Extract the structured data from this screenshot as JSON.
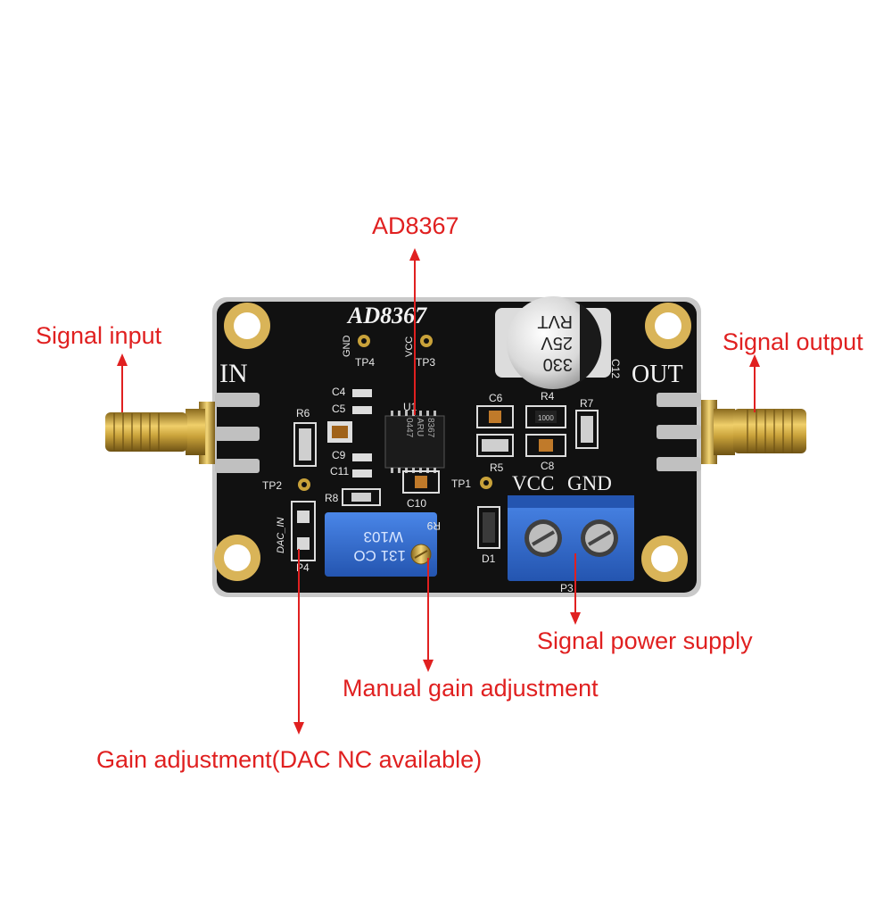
{
  "callouts": {
    "chip": "AD8367",
    "signal_input": "Signal input",
    "signal_output": "Signal output",
    "power_supply": "Signal power supply",
    "manual_gain": "Manual gain adjustment",
    "gain_dac": "Gain adjustment(DAC NC available)"
  },
  "board": {
    "title": "AD8367",
    "in_label": "IN",
    "out_label": "OUT",
    "terminal_vcc": "VCC",
    "terminal_gnd": "GND",
    "capacitor_lines": [
      "330",
      "25V",
      "RVT"
    ],
    "capacitor_ref": "C12",
    "chip_markings": [
      "8367",
      "ARU",
      "0447"
    ],
    "pot_markings": [
      "131 CO",
      "W103"
    ],
    "test_points": {
      "tp1": "TP1",
      "tp2": "TP2",
      "tp3": "TP3",
      "tp4": "TP4",
      "gnd": "GND",
      "vcc": "VCC"
    },
    "refs": {
      "c4": "C4",
      "c5": "C5",
      "c9": "C9",
      "c11": "C11",
      "c6": "C6",
      "c8": "C8",
      "c10": "C10",
      "r4": "R4",
      "r5": "R5",
      "r6": "R6",
      "r7": "R7",
      "r8": "R8",
      "r9": "R9",
      "u1": "U1",
      "d1": "D1",
      "p3": "P3",
      "p4": "P4",
      "dac_in": "DAC_IN",
      "r4_value": "1000"
    }
  },
  "colors": {
    "callout": "#e02020",
    "pcb": "#111111",
    "gold": "#c9a23a",
    "terminal_blue": "#2f6fd0",
    "pot_blue": "#3a6fd4"
  }
}
